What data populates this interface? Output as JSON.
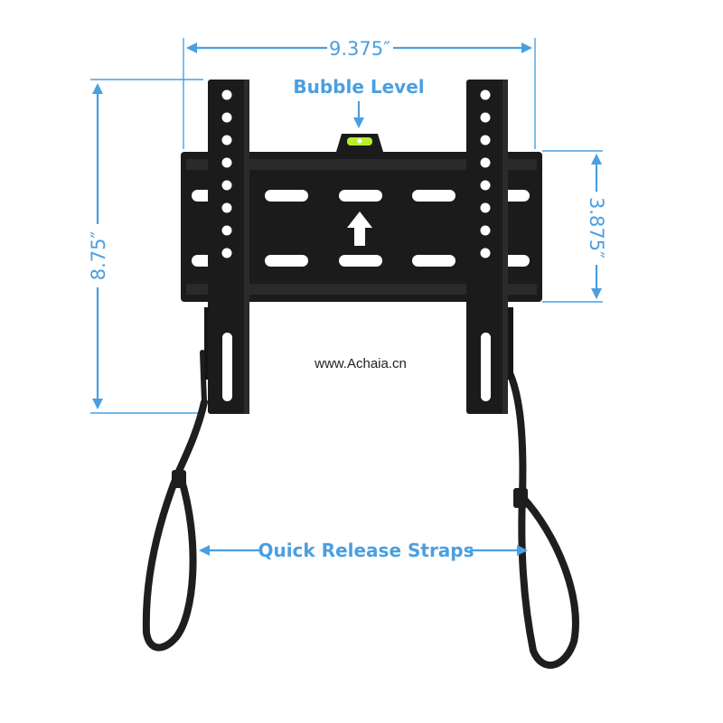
{
  "colors": {
    "accent": "#4a9fe0",
    "mount": "#1b1b1b",
    "bubble": "#b8f02a",
    "strap": "#1e1e1e"
  },
  "dimensions": {
    "width": "9.375″",
    "height": "8.75″",
    "plate_height": "3.875″"
  },
  "callouts": {
    "bubble_level": "Bubble Level",
    "straps": "Quick Release Straps"
  },
  "watermark": "www.Achaia.cn",
  "icons": {
    "up_arrow": "up-arrow-icon"
  }
}
